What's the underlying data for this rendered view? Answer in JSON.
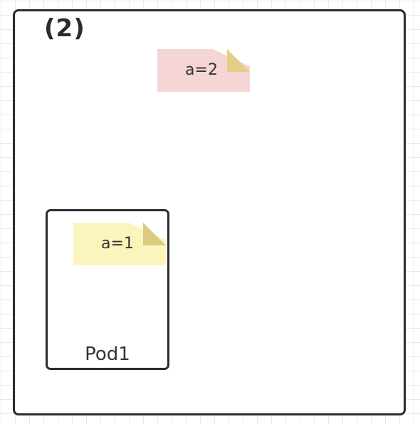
{
  "diagram": {
    "step_label": "(2)",
    "outer_note": {
      "label": "a=2",
      "fill_color": "#f5d5d5",
      "fold_color": "#e2cf85"
    },
    "pod": {
      "label": "Pod1",
      "note": {
        "label": "a=1",
        "fill_color": "#fbf5bd",
        "fold_color": "#e2cf85"
      }
    }
  }
}
